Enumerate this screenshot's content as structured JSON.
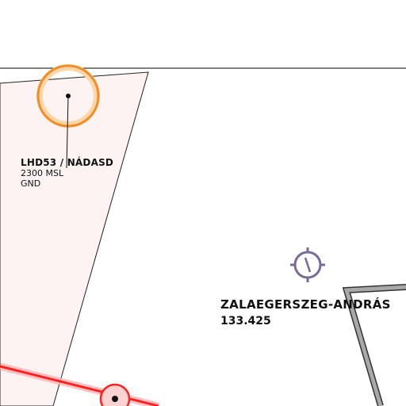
{
  "airspace_zone": {
    "name": "LHD53 / NÁDASD",
    "upper_limit": "2300 MSL",
    "lower_limit": "GND",
    "fill_color": "#fdf3f3",
    "outline_color": "#222222"
  },
  "airport": {
    "name": "ZALAEGERSZEG-ANDRÁS",
    "frequency": "133.425",
    "symbol_color": "#7a6a9a"
  },
  "reporting_point_color": "#f28c28",
  "route_color": "#ff2020",
  "boundary_color": "#999999"
}
